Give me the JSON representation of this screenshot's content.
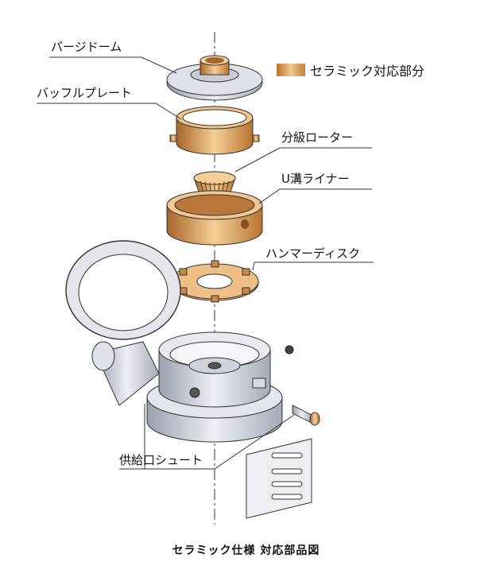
{
  "labels": {
    "purge_dome": "パージドーム",
    "baffle_plate": "バッフルプレート",
    "classifier_rotor": "分級ローター",
    "u_groove_liner": "U溝ライナー",
    "hammer_disc": "ハンマーディスク",
    "feed_chute": "供給口シュート"
  },
  "legend": {
    "text": "セラミック対応部分",
    "color": "#d9a060"
  },
  "caption": "セラミック仕様 対応部品図",
  "colors": {
    "ceramic": "#d9a060",
    "metal": "#c9ccd6",
    "outline": "#333333"
  }
}
